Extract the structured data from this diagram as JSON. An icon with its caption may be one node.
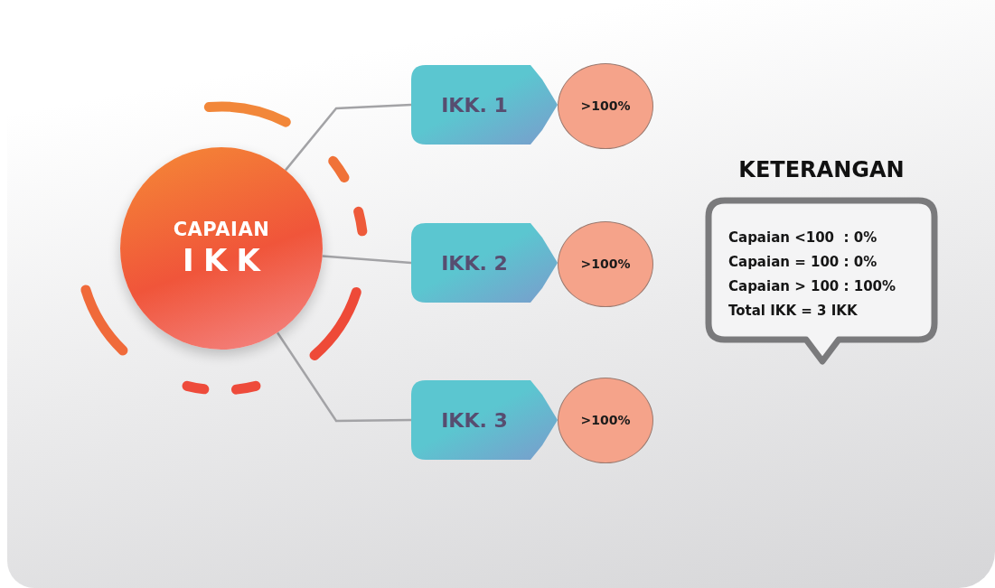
{
  "diagram": {
    "nodes": [
      {
        "text": [
          "CAPAIAN",
          "IKK"
        ]
      },
      {
        "text": [
          "IKK. 1"
        ]
      },
      {
        "text": [
          ">100%"
        ]
      },
      {
        "text": [
          "IKK. 2"
        ]
      },
      {
        "text": [
          ">100%"
        ]
      },
      {
        "text": [
          "IKK. 3"
        ]
      },
      {
        "text": [
          ">100%"
        ]
      },
      {
        "text": [
          "KETERANGAN",
          "Capaian <100  : 0%",
          "Capaian = 100 : 0%",
          "Capaian > 100 : 100%",
          "Total IKK = 3 IKK"
        ]
      }
    ],
    "edges": [
      {
        "from": 0,
        "to": 1,
        "arrow": "none"
      },
      {
        "from": 0,
        "to": 3,
        "arrow": "none"
      },
      {
        "from": 0,
        "to": 5,
        "arrow": "none"
      }
    ]
  }
}
